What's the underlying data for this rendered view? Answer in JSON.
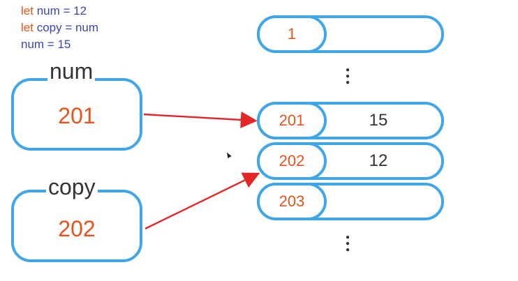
{
  "code": {
    "line1": {
      "kw": "let",
      "rest": " num = 12"
    },
    "line2": {
      "kw": "let",
      "rest": " copy = num"
    },
    "line3": {
      "rest": "num = 15"
    }
  },
  "variables": [
    {
      "name": "num",
      "value": "201"
    },
    {
      "name": "copy",
      "value": "202"
    }
  ],
  "memory": [
    {
      "address": "1",
      "value": ""
    },
    {
      "address": "201",
      "value": "15"
    },
    {
      "address": "202",
      "value": "12"
    },
    {
      "address": "203",
      "value": ""
    }
  ],
  "colors": {
    "outline": "#3fa6ea",
    "address": "#e8531b",
    "arrow": "#e32626",
    "keyword": "#e8531b",
    "identifier": "#3b46b3"
  }
}
